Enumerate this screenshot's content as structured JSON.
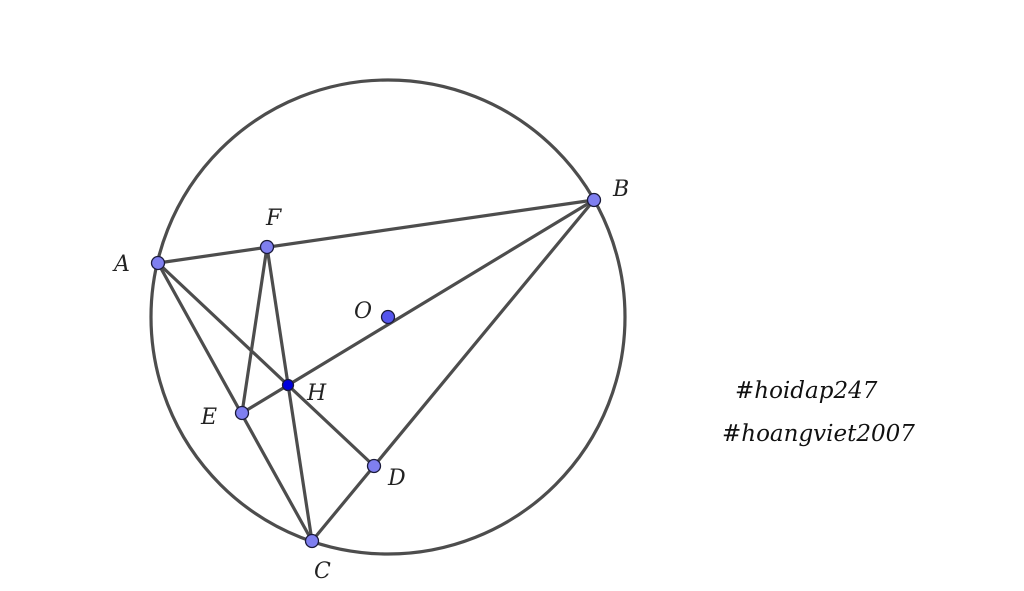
{
  "figure": {
    "points": [
      {
        "id": "A",
        "label": "A"
      },
      {
        "id": "B",
        "label": "B"
      },
      {
        "id": "C",
        "label": "C"
      },
      {
        "id": "D",
        "label": "D"
      },
      {
        "id": "E",
        "label": "E"
      },
      {
        "id": "F",
        "label": "F"
      },
      {
        "id": "H",
        "label": "H"
      },
      {
        "id": "O",
        "label": "O"
      }
    ],
    "segments": [
      "AB",
      "AC",
      "AD",
      "BC",
      "BE",
      "CF",
      "EF"
    ],
    "circle": {
      "center": "O",
      "through": [
        "A",
        "B",
        "C"
      ]
    },
    "colors": {
      "line": "#4d4d4d",
      "point_fill": "#7f7ff0",
      "special_point_fill": "#0000dd",
      "center_point_fill": "#5555ee"
    }
  },
  "watermarks": {
    "line1": "#hoidap247",
    "line2": "#hoangviet2007"
  }
}
